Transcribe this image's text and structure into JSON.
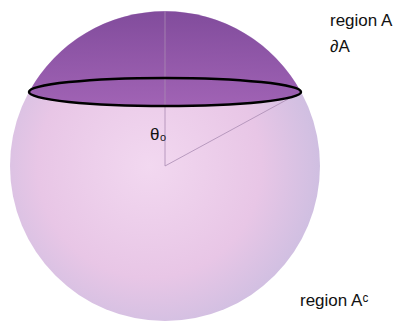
{
  "diagram": {
    "labels": [
      "region A",
      "∂A",
      "θ₀",
      "region Aᶜ"
    ]
  }
}
